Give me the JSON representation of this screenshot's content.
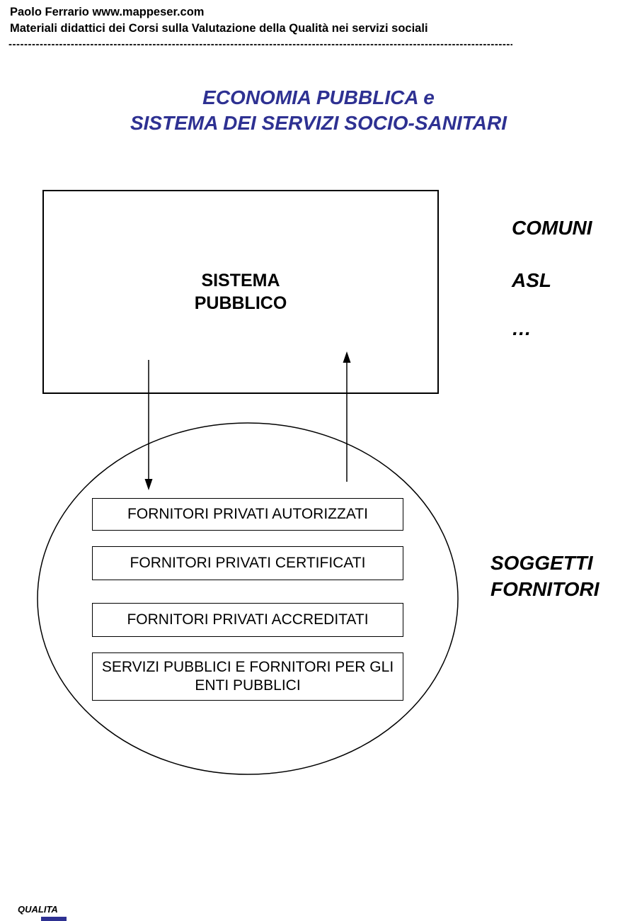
{
  "header": {
    "line1": "Paolo Ferrario www.mappeser.com",
    "line2": "Materiali didattici dei Corsi sulla Valutazione della Qualità nei servizi sociali",
    "divider": "--------------------------------------------------------------------------------------------------------------------------------------------"
  },
  "title": {
    "line1": "ECONOMIA PUBBLICA e",
    "line2": "SISTEMA DEI SERVIZI SOCIO-SANITARI",
    "color": "#2e3192"
  },
  "diagram": {
    "sistema_box": {
      "line1": "SISTEMA",
      "line2": "PUBBLICO"
    },
    "right_labels": [
      "COMUNI",
      "ASL",
      "…"
    ],
    "suppliers": [
      "FORNITORI PRIVATI AUTORIZZATI",
      "FORNITORI PRIVATI CERTIFICATI",
      "FORNITORI PRIVATI ACCREDITATI",
      "SERVIZI PUBBLICI E FORNITORI PER GLI ENTI PUBBLICI"
    ],
    "group_label": {
      "line1": "SOGGETTI",
      "line2": "FORNITORI"
    }
  },
  "footer": {
    "label": "QUALITA"
  }
}
